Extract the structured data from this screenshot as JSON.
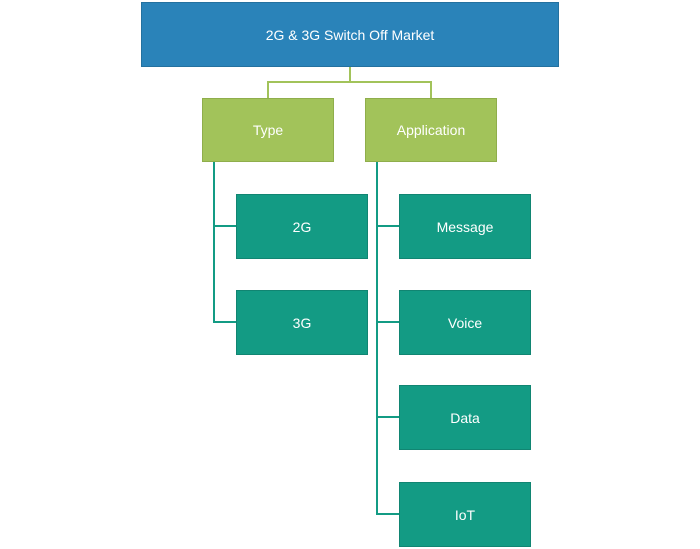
{
  "diagram": {
    "root": {
      "label": "2G & 3G Switch Off Market"
    },
    "categories": [
      {
        "label": "Type",
        "items": [
          {
            "label": "2G"
          },
          {
            "label": "3G"
          }
        ]
      },
      {
        "label": "Application",
        "items": [
          {
            "label": "Message"
          },
          {
            "label": "Voice"
          },
          {
            "label": "Data"
          },
          {
            "label": "IoT"
          }
        ]
      }
    ]
  },
  "colors": {
    "root": "#2a83b9",
    "category": "#a2c35a",
    "leaf": "#139b84",
    "connector_top": "#a2c35a",
    "connector_leaf": "#139b84"
  }
}
